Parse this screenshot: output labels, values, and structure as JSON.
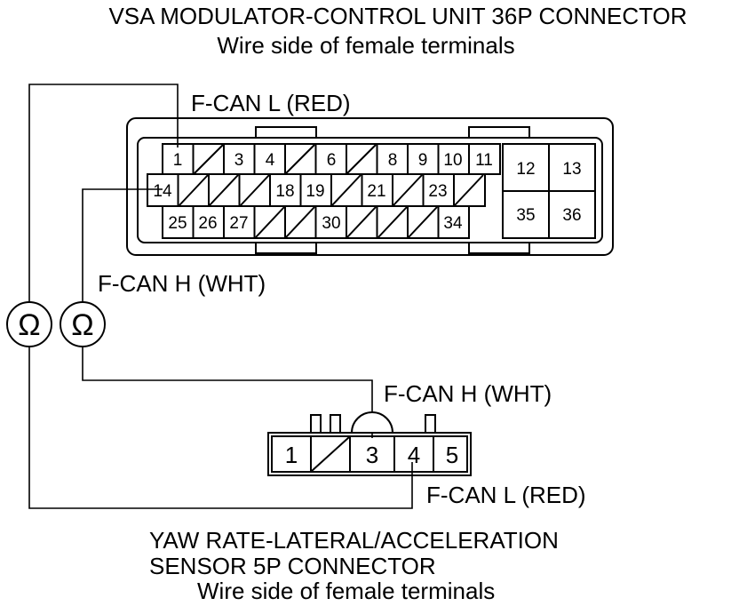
{
  "top_connector": {
    "title": "VSA MODULATOR-CONTROL UNIT 36P CONNECTOR",
    "subtitle": "Wire side of female terminals",
    "pins": {
      "p1": "1",
      "p3": "3",
      "p4": "4",
      "p6": "6",
      "p8": "8",
      "p9": "9",
      "p10": "10",
      "p11": "11",
      "p12": "12",
      "p13": "13",
      "p14": "14",
      "p18": "18",
      "p19": "19",
      "p21": "21",
      "p23": "23",
      "p25": "25",
      "p26": "26",
      "p27": "27",
      "p30": "30",
      "p34": "34",
      "p35": "35",
      "p36": "36"
    }
  },
  "bottom_connector": {
    "title_line1": "YAW RATE-LATERAL/ACCELERATION",
    "title_line2": "SENSOR 5P CONNECTOR",
    "subtitle": "Wire side of female terminals",
    "pins": {
      "p1": "1",
      "p3": "3",
      "p4": "4",
      "p5": "5"
    }
  },
  "labels": {
    "fcan_l_top": "F-CAN L (RED)",
    "fcan_h_top": "F-CAN H (WHT)",
    "fcan_h_bottom": "F-CAN H (WHT)",
    "fcan_l_bottom": "F-CAN L (RED)"
  },
  "meters": {
    "symbol": "Ω",
    "icon_names": [
      "ohmmeter-icon",
      "ohmmeter-icon"
    ]
  }
}
